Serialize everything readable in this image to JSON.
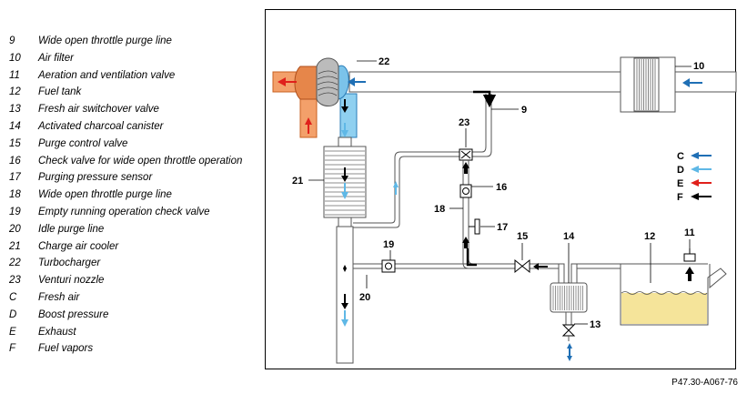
{
  "legend": [
    {
      "num": "9",
      "text": "Wide open throttle purge line"
    },
    {
      "num": "10",
      "text": "Air filter"
    },
    {
      "num": "11",
      "text": "Aeration and ventilation valve"
    },
    {
      "num": "12",
      "text": "Fuel tank"
    },
    {
      "num": "13",
      "text": "Fresh air switchover valve"
    },
    {
      "num": "14",
      "text": "Activated charcoal canister"
    },
    {
      "num": "15",
      "text": "Purge control valve"
    },
    {
      "num": "16",
      "text": "Check valve for wide open throttle operation"
    },
    {
      "num": "17",
      "text": "Purging pressure sensor"
    },
    {
      "num": "18",
      "text": "Wide open throttle purge line"
    },
    {
      "num": "19",
      "text": "Empty running operation check valve"
    },
    {
      "num": "20",
      "text": "Idle purge line"
    },
    {
      "num": "21",
      "text": "Charge air cooler"
    },
    {
      "num": "22",
      "text": "Turbocharger"
    },
    {
      "num": "23",
      "text": "Venturi nozzle"
    },
    {
      "num": "C",
      "text": "Fresh air"
    },
    {
      "num": "D",
      "text": "Boost pressure"
    },
    {
      "num": "E",
      "text": "Exhaust"
    },
    {
      "num": "F",
      "text": "Fuel vapors"
    }
  ],
  "diagram_labels": {
    "l9": "9",
    "l10": "10",
    "l11": "11",
    "l12": "12",
    "l13": "13",
    "l14": "14",
    "l15": "15",
    "l16": "16",
    "l17": "17",
    "l18": "18",
    "l19": "19",
    "l20": "20",
    "l21": "21",
    "l22": "22",
    "l23": "23"
  },
  "key": [
    {
      "letter": "C",
      "color": "#1f6fb5"
    },
    {
      "letter": "D",
      "color": "#5fb8e6"
    },
    {
      "letter": "E",
      "color": "#e0201b"
    },
    {
      "letter": "F",
      "color": "#000000"
    }
  ],
  "figure_id": "P47.30-A067-76"
}
